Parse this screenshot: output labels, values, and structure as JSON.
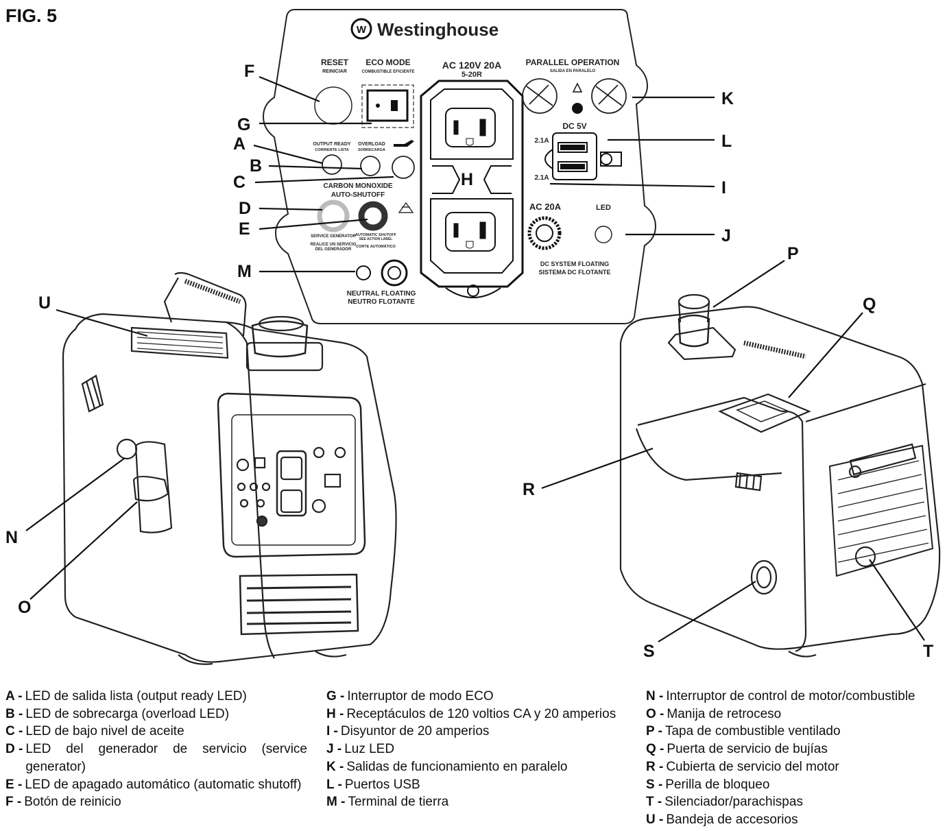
{
  "figure": {
    "title": "FIG. 5"
  },
  "panel": {
    "brand": "Westinghouse",
    "reset": "RESET",
    "reset_es": "REINICIAR",
    "eco_mode": "ECO MODE",
    "eco_mode_es": "COMBUSTIBLE EFICIENTE",
    "ac_rating": "AC 120V 20A",
    "ac_rating_2": "5-20R",
    "parallel": "PARALLEL OPERATION",
    "parallel_es": "SALIDA EN PARALELO",
    "dc": "DC 5V",
    "usb_top": "2.1A",
    "usb_bottom": "2.1A",
    "output_ready": "OUTPUT READY",
    "output_ready_es": "CORRIENTE LISTA",
    "overload": "OVERLOAD",
    "overload_es": "SOBRECARGA",
    "co_1": "CARBON MONOXIDE",
    "co_2": "AUTO-SHUTOFF",
    "service_gen": "SERVICE GENERATOR",
    "service_gen_es_1": "REALICE UN SERVICIO",
    "service_gen_es_2": "DEL GENERADOR",
    "auto_shut": "AUTOMATIC SHUTOFF",
    "auto_shut_2": "SEE ACTION LABEL",
    "auto_shut_es": "CORTE AUTOMÁTICO",
    "breaker": "AC 20A",
    "led": "LED",
    "dc_float": "DC SYSTEM FLOATING",
    "dc_float_es": "SISTEMA DC FLOTANTE",
    "neutral": "NEUTRAL FLOATING",
    "neutral_es": "NEUTRO FLOTANTE"
  },
  "callouts": [
    "A",
    "B",
    "C",
    "D",
    "E",
    "F",
    "G",
    "H",
    "I",
    "J",
    "K",
    "L",
    "M",
    "N",
    "O",
    "P",
    "Q",
    "R",
    "S",
    "T",
    "U"
  ],
  "legend": {
    "col1": [
      {
        "key": "A -",
        "text": "LED de salida lista (output ready LED)"
      },
      {
        "key": "B -",
        "text": "LED de sobrecarga (overload LED)"
      },
      {
        "key": "C -",
        "text": "LED de bajo nivel de aceite"
      },
      {
        "key": "D -",
        "text": "LED del generador de servicio (service generator)"
      },
      {
        "key": "E -",
        "text": "LED de apagado automático (automatic shutoff)"
      },
      {
        "key": "F -",
        "text": "Botón de reinicio"
      }
    ],
    "col2": [
      {
        "key": "G -",
        "text": "Interruptor de modo ECO"
      },
      {
        "key": "H -",
        "text": "Receptáculos de 120 voltios CA y 20 amperios"
      },
      {
        "key": "I -",
        "text": "Disyuntor de 20 amperios"
      },
      {
        "key": "J -",
        "text": "Luz LED"
      },
      {
        "key": "K -",
        "text": "Salidas de funcionamiento en paralelo"
      },
      {
        "key": "L -",
        "text": "Puertos USB"
      },
      {
        "key": "M -",
        "text": "Terminal de tierra"
      }
    ],
    "col3": [
      {
        "key": "N -",
        "text": "Interruptor de control de motor/combustible"
      },
      {
        "key": "O -",
        "text": "Manija de retroceso"
      },
      {
        "key": "P -",
        "text": "Tapa de combustible ventilado"
      },
      {
        "key": "Q -",
        "text": "Puerta de servicio de bujías"
      },
      {
        "key": "R -",
        "text": "Cubierta de servicio del motor"
      },
      {
        "key": "S -",
        "text": "Perilla de bloqueo"
      },
      {
        "key": "T -",
        "text": "Silenciador/parachispas"
      },
      {
        "key": "U -",
        "text": "Bandeja de accesorios"
      }
    ]
  }
}
